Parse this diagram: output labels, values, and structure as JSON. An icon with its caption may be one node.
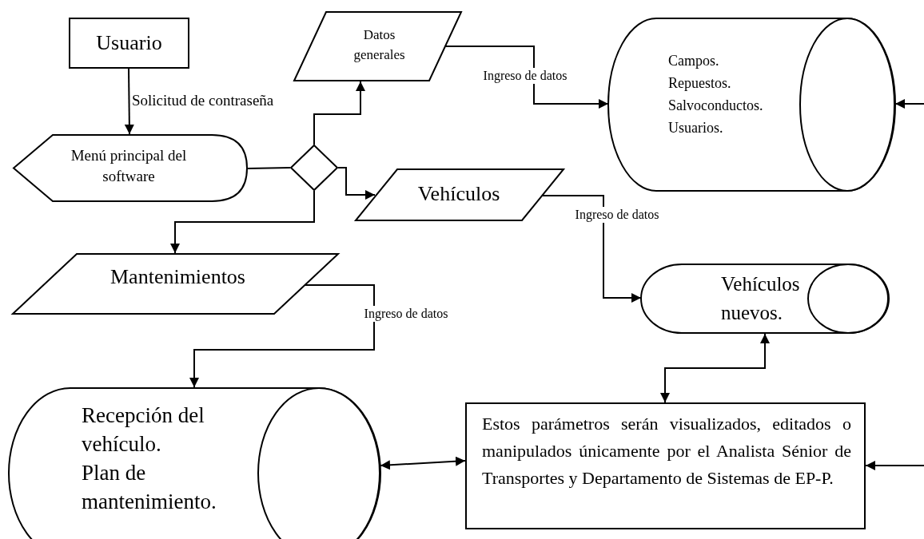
{
  "diagram": {
    "nodes": [
      {
        "text": [
          "Usuario"
        ]
      },
      {
        "text": [
          "Menú principal del software"
        ]
      },
      {
        "text": [],
        "shape": "diamond"
      },
      {
        "text": [
          "Datos generales"
        ]
      },
      {
        "text": [
          "Vehículos"
        ]
      },
      {
        "text": [
          "Mantenimientos"
        ]
      },
      {
        "text": [
          "Campos.",
          "Repuestos.",
          "Salvoconductos.",
          "Usuarios."
        ]
      },
      {
        "text": [
          "Vehículos nuevos."
        ]
      },
      {
        "text": [
          "Recepción del vehículo.",
          "Plan de mantenimiento."
        ]
      },
      {
        "text": [
          "Estos parámetros serán visualizados, editados o manipulados únicamente por el Analista Sénior de Transportes y Departamento de Sistemas de EP-P."
        ]
      }
    ],
    "edges": [
      {
        "from": 0,
        "to": 1,
        "arrow": "to",
        "label": "Solicitud de contraseña"
      },
      {
        "from": 1,
        "to": 2,
        "arrow": "none"
      },
      {
        "from": 2,
        "to": 3,
        "arrow": "to"
      },
      {
        "from": 2,
        "to": 4,
        "arrow": "to"
      },
      {
        "from": 2,
        "to": 5,
        "arrow": "to"
      },
      {
        "from": 3,
        "to": 6,
        "arrow": "to",
        "label": "Ingreso de datos"
      },
      {
        "from": 4,
        "to": 7,
        "arrow": "to",
        "label": "Ingreso de datos"
      },
      {
        "from": 5,
        "to": 8,
        "arrow": "to",
        "label": "Ingreso de datos"
      },
      {
        "from": 8,
        "to": 9,
        "arrow": "both"
      },
      {
        "from": 9,
        "to": 7,
        "arrow": "both"
      },
      {
        "from": null,
        "to": 6,
        "arrow": "to"
      },
      {
        "from": null,
        "to": 9,
        "arrow": "to"
      }
    ]
  }
}
